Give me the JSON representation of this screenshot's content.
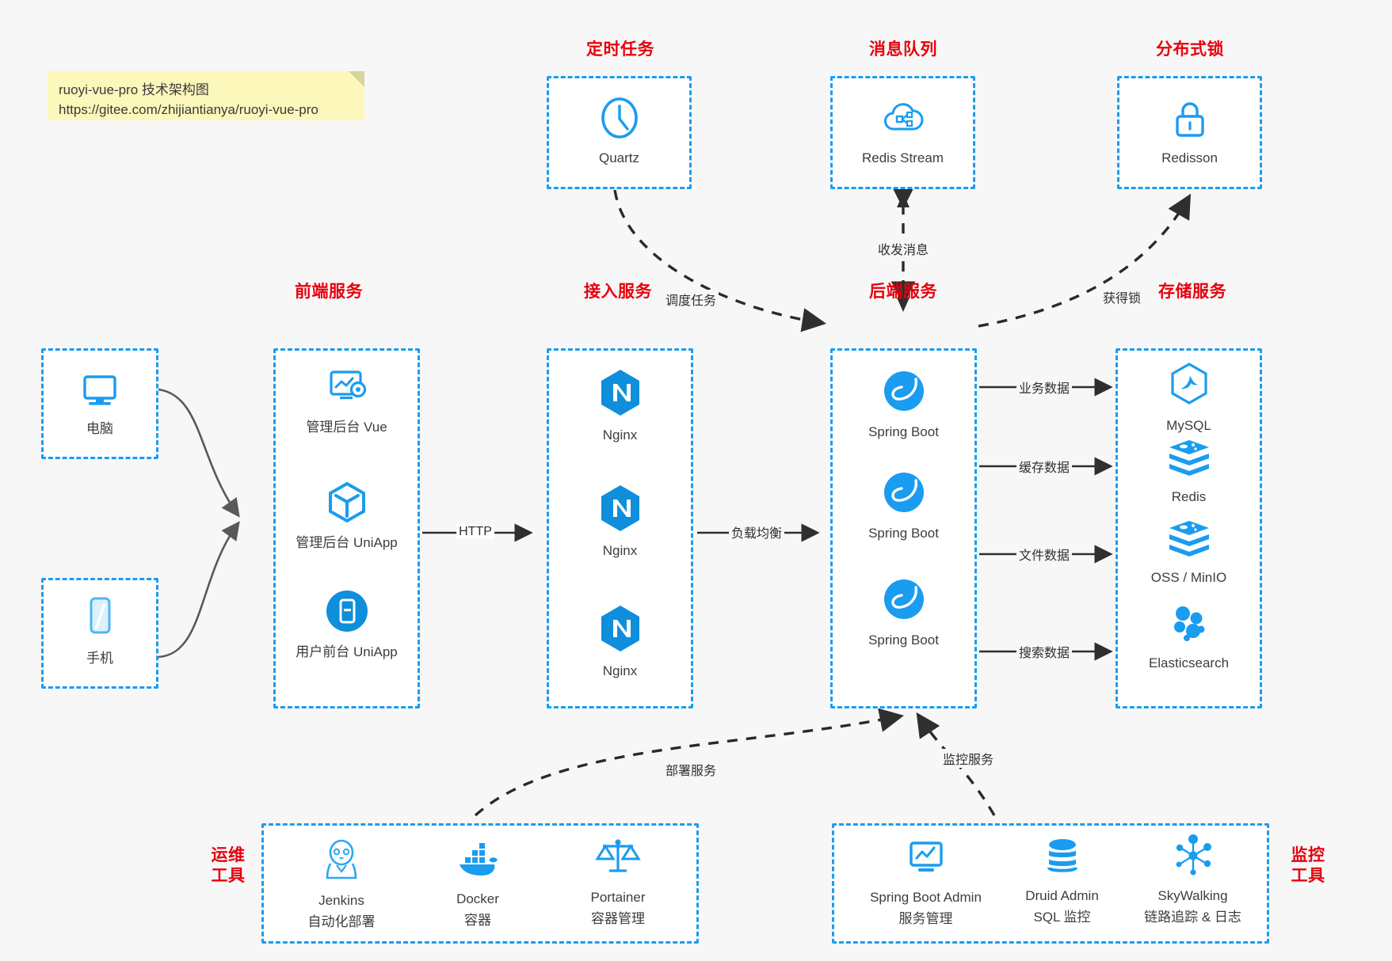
{
  "note": {
    "line1": "ruoyi-vue-pro 技术架构图",
    "line2": "https://gitee.com/zhijiantianya/ruoyi-vue-pro"
  },
  "colors": {
    "accent": "#1a9cf0",
    "caption": "#e8000d",
    "edge": "#2f2f2f",
    "curve": "#595959",
    "background": "#f7f7f7",
    "note_bg": "#fcf7ba"
  },
  "captions": {
    "scheduler": "定时任务",
    "mq": "消息队列",
    "lock": "分布式锁",
    "frontend": "前端服务",
    "gateway": "接入服务",
    "backend": "后端服务",
    "storage": "存储服务",
    "devops": "运维\n工具",
    "devops_l1": "运维",
    "devops_l2": "工具",
    "monitor_l1": "监控",
    "monitor_l2": "工具"
  },
  "groups": {
    "scheduler": {
      "nodes": [
        {
          "label": "Quartz",
          "icon": "clock-icon"
        }
      ]
    },
    "mq": {
      "nodes": [
        {
          "label": "Redis Stream",
          "icon": "cloud-stream-icon"
        }
      ]
    },
    "lock": {
      "nodes": [
        {
          "label": "Redisson",
          "icon": "lock-icon"
        }
      ]
    },
    "clients": {
      "nodes": [
        {
          "label": "电脑",
          "icon": "desktop-icon"
        },
        {
          "label": "手机",
          "icon": "mobile-icon"
        }
      ]
    },
    "frontend": {
      "nodes": [
        {
          "label": "管理后台 Vue",
          "icon": "dashboard-gear-icon"
        },
        {
          "label": "管理后台 UniApp",
          "icon": "cube-icon"
        },
        {
          "label": "用户前台 UniApp",
          "icon": "app-card-icon"
        }
      ]
    },
    "gateway": {
      "nodes": [
        {
          "label": "Nginx",
          "icon": "nginx-icon"
        },
        {
          "label": "Nginx",
          "icon": "nginx-icon"
        },
        {
          "label": "Nginx",
          "icon": "nginx-icon"
        }
      ]
    },
    "backend": {
      "nodes": [
        {
          "label": "Spring Boot",
          "icon": "spring-icon"
        },
        {
          "label": "Spring Boot",
          "icon": "spring-icon"
        },
        {
          "label": "Spring Boot",
          "icon": "spring-icon"
        }
      ]
    },
    "storage": {
      "nodes": [
        {
          "label": "MySQL",
          "icon": "mysql-icon"
        },
        {
          "label": "Redis",
          "icon": "redis-icon"
        },
        {
          "label": "OSS / MinIO",
          "icon": "minio-icon"
        },
        {
          "label": "Elasticsearch",
          "icon": "elasticsearch-icon"
        }
      ]
    },
    "devops": {
      "nodes": [
        {
          "label": "Jenkins",
          "sublabel": "自动化部署",
          "icon": "jenkins-icon"
        },
        {
          "label": "Docker",
          "sublabel": "容器",
          "icon": "docker-icon"
        },
        {
          "label": "Portainer",
          "sublabel": "容器管理",
          "icon": "scales-icon"
        }
      ]
    },
    "monitor": {
      "nodes": [
        {
          "label": "Spring Boot Admin",
          "sublabel": "服务管理",
          "icon": "monitor-screen-icon"
        },
        {
          "label": "Druid Admin",
          "sublabel": "SQL 监控",
          "icon": "database-icon"
        },
        {
          "label": "SkyWalking",
          "sublabel": "链路追踪 & 日志",
          "icon": "skywalking-icon"
        }
      ]
    }
  },
  "edges": [
    {
      "id": "schedule-task",
      "label": "调度任务"
    },
    {
      "id": "send-recv-msg",
      "label": "收发消息"
    },
    {
      "id": "acquire-lock",
      "label": "获得锁"
    },
    {
      "id": "http",
      "label": "HTTP"
    },
    {
      "id": "load-balance",
      "label": "负载均衡"
    },
    {
      "id": "business-data",
      "label": "业务数据"
    },
    {
      "id": "cache-data",
      "label": "缓存数据"
    },
    {
      "id": "file-data",
      "label": "文件数据"
    },
    {
      "id": "search-data",
      "label": "搜索数据"
    },
    {
      "id": "deploy-service",
      "label": "部署服务"
    },
    {
      "id": "monitor-service",
      "label": "监控服务"
    }
  ]
}
